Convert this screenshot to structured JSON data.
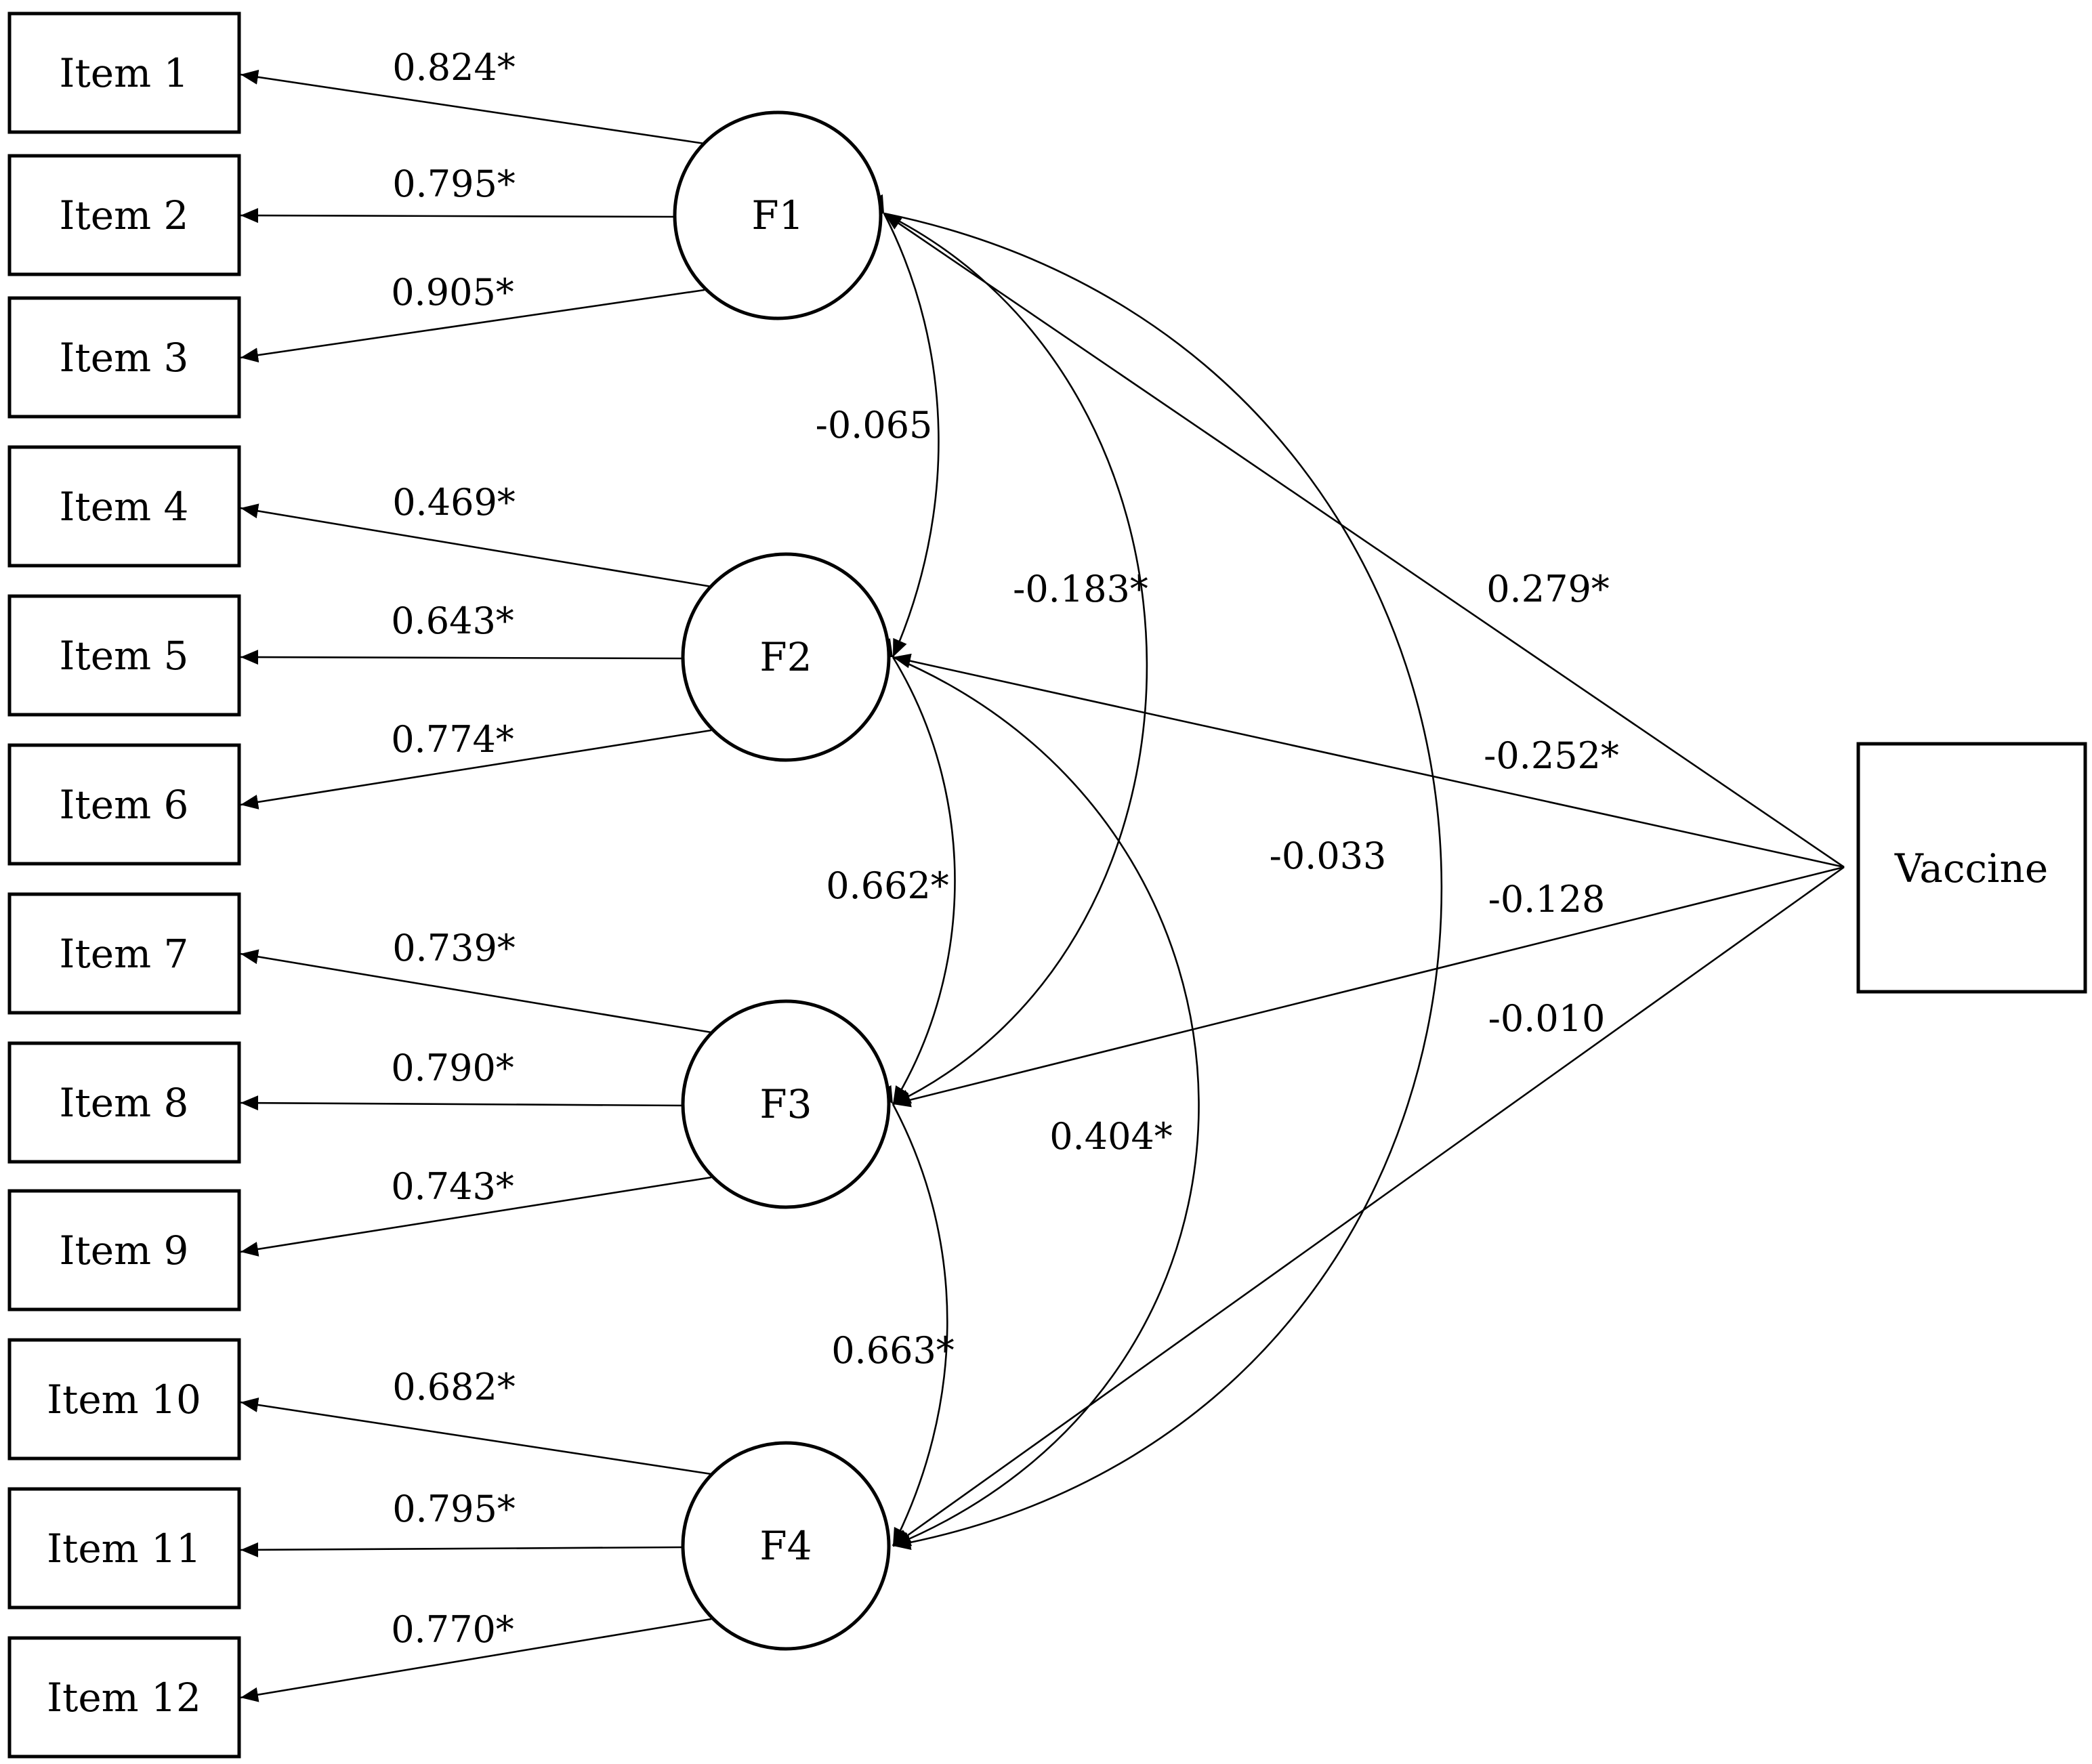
{
  "items": [
    "Item 1",
    "Item 2",
    "Item 3",
    "Item 4",
    "Item 5",
    "Item 6",
    "Item 7",
    "Item 8",
    "Item 9",
    "Item 10",
    "Item 11",
    "Item 12"
  ],
  "factors": [
    "F1",
    "F2",
    "F3",
    "F4"
  ],
  "outcome": "Vaccine",
  "loadings": [
    "0.824*",
    "0.795*",
    "0.905*",
    "0.469*",
    "0.643*",
    "0.774*",
    "0.739*",
    "0.790*",
    "0.743*",
    "0.682*",
    "0.795*",
    "0.770*"
  ],
  "correlations": {
    "F1_F2": "-0.065",
    "F1_F3": "-0.183*",
    "F1_F4": "-0.033",
    "F2_F3": "0.662*",
    "F2_F4": "0.404*",
    "F3_F4": "0.663*"
  },
  "paths": {
    "F1_Vaccine": "0.279*",
    "F2_Vaccine": "-0.252*",
    "F3_Vaccine": "-0.128",
    "F4_Vaccine": "-0.010"
  }
}
